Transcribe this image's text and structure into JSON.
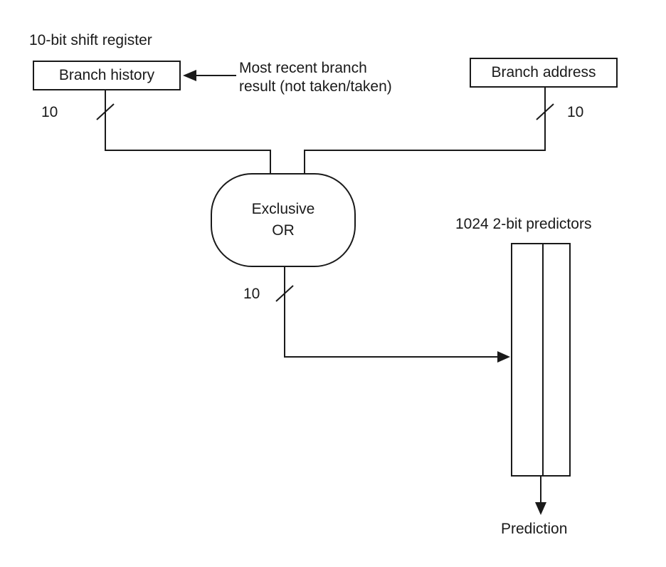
{
  "diagram": {
    "shift_register_label": "10-bit shift register",
    "branch_history": "Branch history",
    "branch_address": "Branch address",
    "recent_result_line1": "Most recent branch",
    "recent_result_line2": "result (not taken/taken)",
    "bus_width_left": "10",
    "bus_width_right": "10",
    "bus_width_output": "10",
    "xor_line1": "Exclusive",
    "xor_line2": "OR",
    "predictors_label": "1024 2-bit predictors",
    "prediction_label": "Prediction",
    "line_color": "#1a1a1a",
    "background_color": "#ffffff"
  }
}
